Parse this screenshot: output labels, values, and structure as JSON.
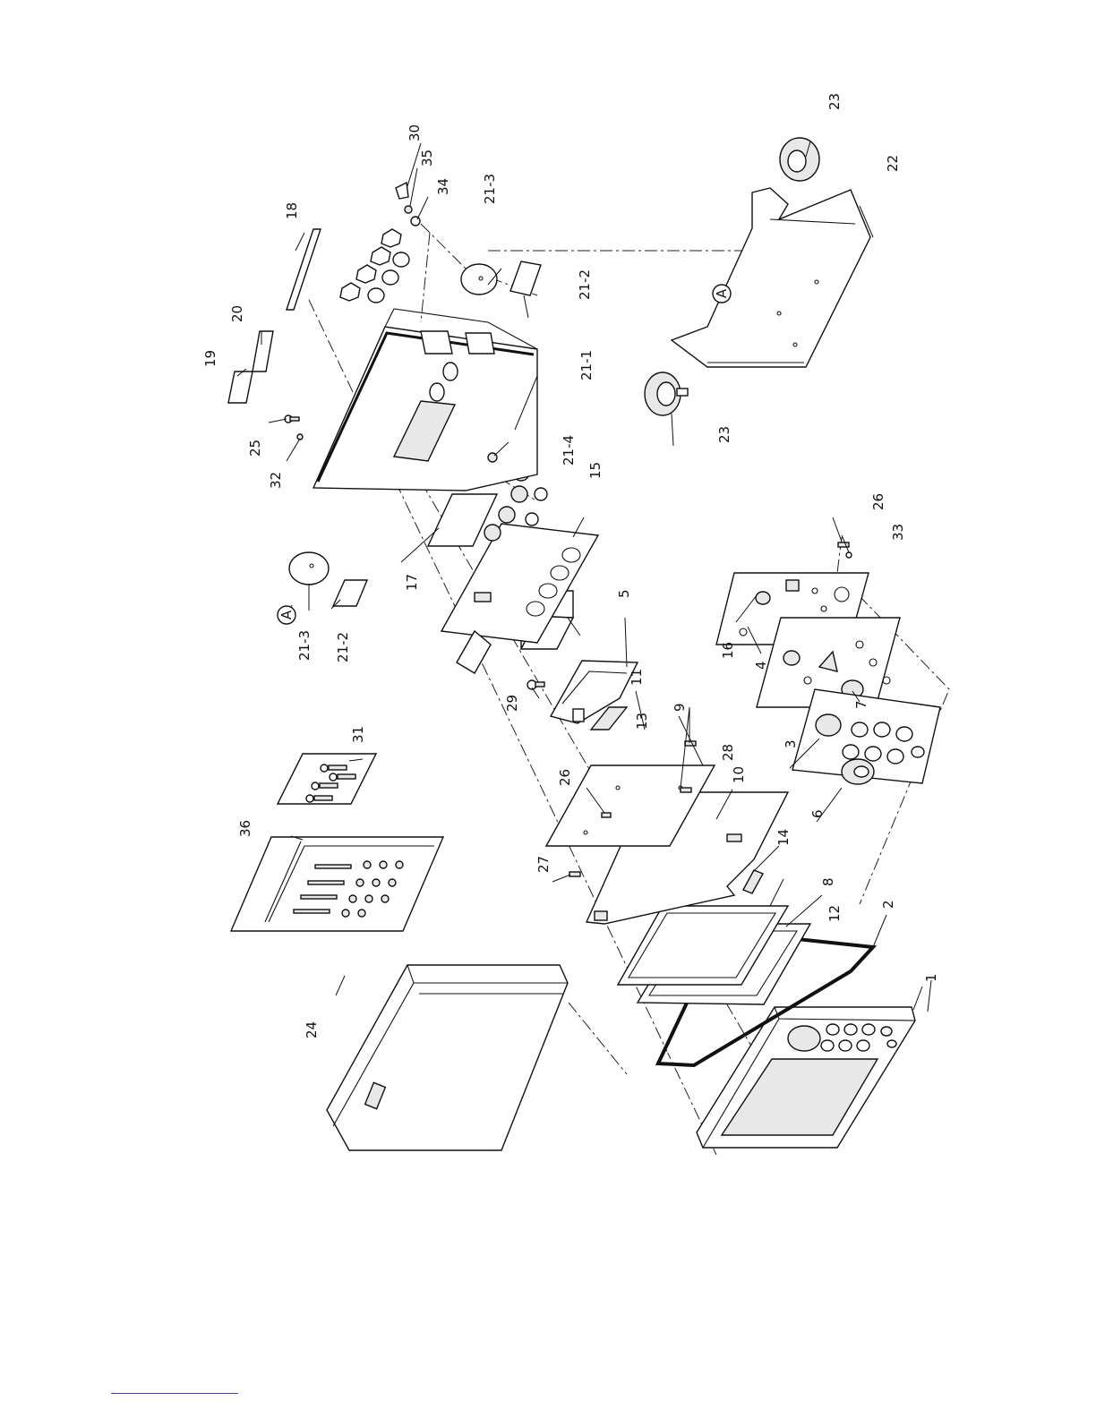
{
  "page": {
    "background": "#ffffff",
    "link_color": "#3a3ad0"
  },
  "callouts": [
    {
      "id": "c-1",
      "text": "1"
    },
    {
      "id": "c-2",
      "text": "2"
    },
    {
      "id": "c-3",
      "text": "3"
    },
    {
      "id": "c-4",
      "text": "4"
    },
    {
      "id": "c-5",
      "text": "5"
    },
    {
      "id": "c-6",
      "text": "6"
    },
    {
      "id": "c-7",
      "text": "7"
    },
    {
      "id": "c-8",
      "text": "8"
    },
    {
      "id": "c-9",
      "text": "9"
    },
    {
      "id": "c-10",
      "text": "10"
    },
    {
      "id": "c-11",
      "text": "11"
    },
    {
      "id": "c-12",
      "text": "12"
    },
    {
      "id": "c-13",
      "text": "13"
    },
    {
      "id": "c-14",
      "text": "14"
    },
    {
      "id": "c-15",
      "text": "15"
    },
    {
      "id": "c-16",
      "text": "16"
    },
    {
      "id": "c-17",
      "text": "17"
    },
    {
      "id": "c-18",
      "text": "18"
    },
    {
      "id": "c-19",
      "text": "19"
    },
    {
      "id": "c-20",
      "text": "20"
    },
    {
      "id": "c-21-1",
      "text": "21-1"
    },
    {
      "id": "c-21-2a",
      "text": "21-2"
    },
    {
      "id": "c-21-2b",
      "text": "21-2"
    },
    {
      "id": "c-21-3a",
      "text": "21-3"
    },
    {
      "id": "c-21-3b",
      "text": "21-3"
    },
    {
      "id": "c-21-4",
      "text": "21-4"
    },
    {
      "id": "c-22",
      "text": "22"
    },
    {
      "id": "c-23a",
      "text": "23"
    },
    {
      "id": "c-23b",
      "text": "23"
    },
    {
      "id": "c-24",
      "text": "24"
    },
    {
      "id": "c-25",
      "text": "25"
    },
    {
      "id": "c-26a",
      "text": "26"
    },
    {
      "id": "c-26b",
      "text": "26"
    },
    {
      "id": "c-27",
      "text": "27"
    },
    {
      "id": "c-28",
      "text": "28"
    },
    {
      "id": "c-29",
      "text": "29"
    },
    {
      "id": "c-30",
      "text": "30"
    },
    {
      "id": "c-31",
      "text": "31"
    },
    {
      "id": "c-32",
      "text": "32"
    },
    {
      "id": "c-33",
      "text": "33"
    },
    {
      "id": "c-34",
      "text": "34"
    },
    {
      "id": "c-35",
      "text": "35"
    },
    {
      "id": "c-36",
      "text": "36"
    }
  ],
  "markers": [
    {
      "id": "m-a1",
      "text": "A"
    },
    {
      "id": "m-a2",
      "text": "A"
    }
  ]
}
